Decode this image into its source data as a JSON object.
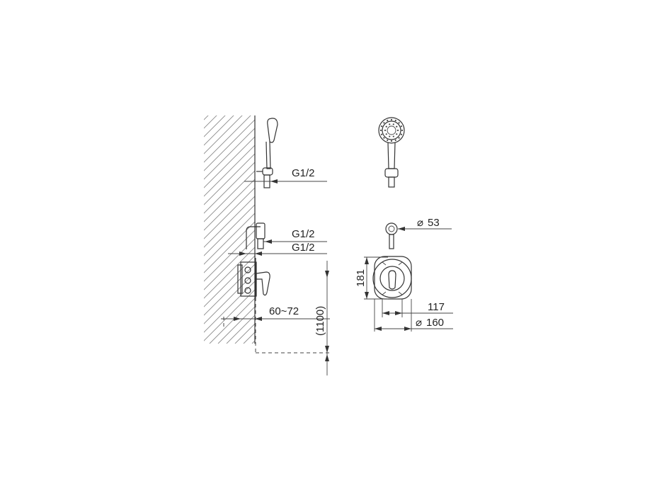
{
  "dimensions": {
    "thread_hand_shower": "G1/2",
    "thread_outlet_upper": "G1/2",
    "thread_outlet_lower": "G1/2",
    "wall_depth": "60~72",
    "install_height": "(1100)",
    "hose_outlet_diameter_symbol": "⌀",
    "hose_outlet_diameter": "53",
    "plate_height": "181",
    "plate_width": "117",
    "plate_diameter_symbol": "⌀",
    "plate_diameter": "160"
  },
  "colors": {
    "line": "#333333",
    "hatch": "#8a8a8a",
    "background": "#ffffff"
  }
}
